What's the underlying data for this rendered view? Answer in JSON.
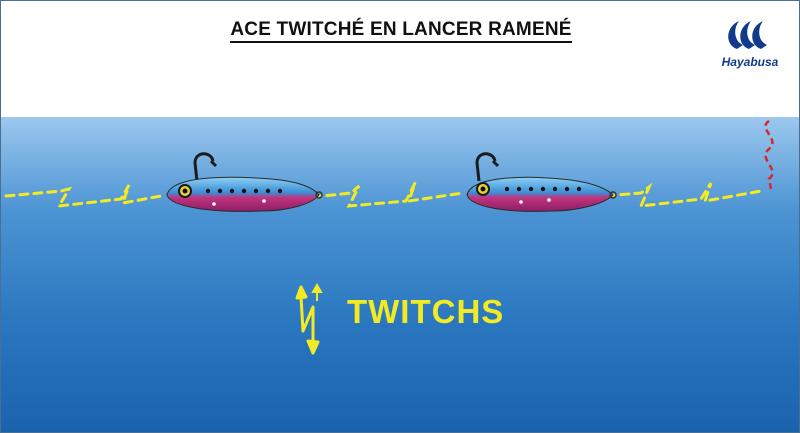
{
  "title": "ACE TWITCHÉ EN LANCER RAMENÉ",
  "logo": {
    "text": "Hayabusa",
    "icon": "hayabusa-wave-logo",
    "color": "#123a8c"
  },
  "water": {
    "top_color": "#9cc8ee",
    "bottom_color": "#1b62ac"
  },
  "path": {
    "color": "#f2ea23",
    "style": "dashed zigzag"
  },
  "line_end": {
    "color": "#d6282c",
    "style": "dashed wavy"
  },
  "lures": {
    "count": 2,
    "icon": "jig-lure-with-hook",
    "body_color": "#4fa6e0",
    "belly_color": "#d83d8a"
  },
  "twitch": {
    "label": "TWITCHS",
    "icon": "double-arrow-zigzag-icon",
    "color": "#f2ea23"
  }
}
